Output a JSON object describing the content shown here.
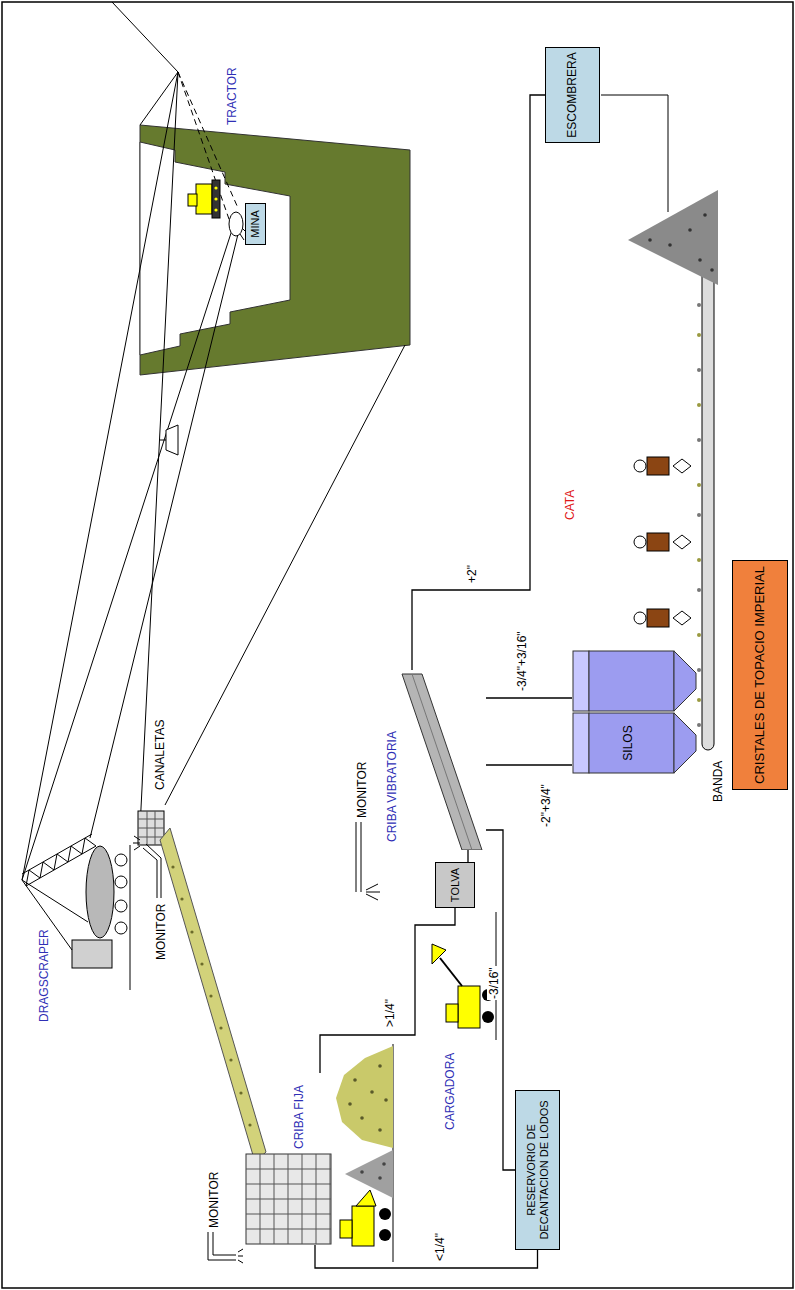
{
  "diagram": {
    "nodes": [
      {
        "text": [
          "MINA"
        ]
      },
      {
        "text": [
          "CRIBA FIJA"
        ]
      },
      {
        "text": [
          "TOLVA"
        ]
      },
      {
        "text": [
          "CRIBA VIBRATORIA"
        ]
      },
      {
        "text": [
          "SILOS"
        ]
      },
      {
        "text": [
          "ESCOMBRERA"
        ]
      },
      {
        "text": [
          "CRISTALES DE TOPACIO IMPERIAL"
        ]
      },
      {
        "text": [
          "RESERVORIO DE DECANTACION DE LODOS"
        ]
      }
    ],
    "edges": [
      {
        "from": 1,
        "to": 7,
        "label": "<1/4\"",
        "arrow": "none"
      },
      {
        "from": 1,
        "to": 2,
        "label": ">1/4\"",
        "arrow": "none"
      },
      {
        "from": 2,
        "to": 3,
        "arrow": "none"
      },
      {
        "from": 3,
        "to": 7,
        "label": "-3/16\"",
        "arrow": "none"
      },
      {
        "from": 3,
        "to": 5,
        "label": "+2\"",
        "arrow": "none"
      },
      {
        "from": 3,
        "to": 4,
        "label": "-3/4\"+3/16\"",
        "arrow": "none"
      },
      {
        "from": 3,
        "to": 4,
        "label": "-2\"+3/4\"",
        "arrow": "none"
      }
    ],
    "labels": [
      "TRACTOR",
      "DRAGSCRAPER",
      "MONITOR",
      "CANALETAS",
      "MONITOR",
      "CARGADORA",
      "MONITOR",
      "CATA",
      "BANDA"
    ]
  }
}
